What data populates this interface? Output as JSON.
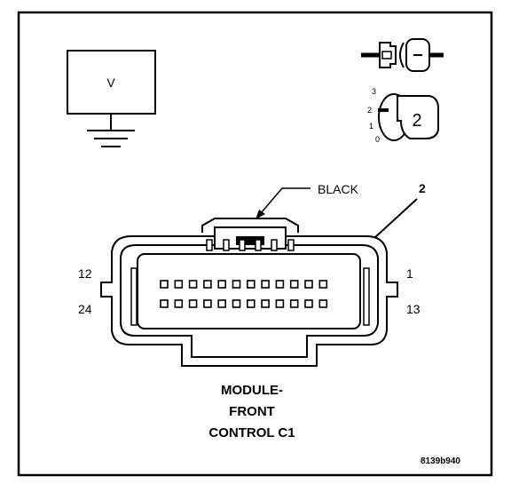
{
  "voltmeter": {
    "label": "V"
  },
  "selector": {
    "positions": [
      "3",
      "2",
      "1",
      "0"
    ],
    "selected": "2"
  },
  "connector": {
    "color_label": "BLACK",
    "pin_callout": "2",
    "pin_left_top": "12",
    "pin_left_bottom": "24",
    "pin_right_top": "1",
    "pin_right_bottom": "13",
    "name_lines": [
      "MODULE-",
      "FRONT",
      "CONTROL C1"
    ]
  },
  "figure_id": "8139b940"
}
